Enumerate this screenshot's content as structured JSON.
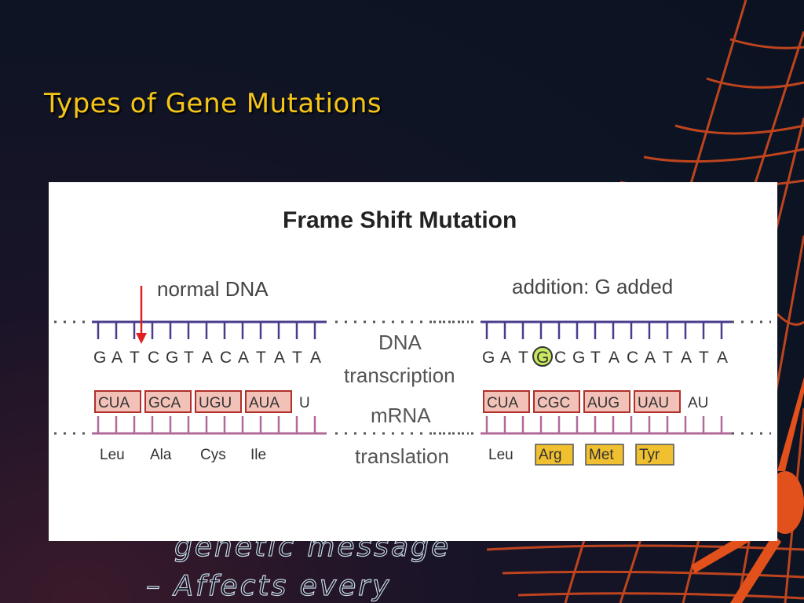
{
  "slide": {
    "title": "Types of Gene Mutations",
    "behind_lines": [
      "genetic message",
      "– Affects every"
    ]
  },
  "figure": {
    "title": "Frame Shift Mutation",
    "normal_label": "normal DNA",
    "mutant_label": "addition: G added",
    "mid_labels": [
      "DNA",
      "transcription",
      "mRNA",
      "translation"
    ],
    "normal_dna": [
      "G",
      "A",
      "T",
      "C",
      "G",
      "T",
      "A",
      "C",
      "A",
      "T",
      "A",
      "T",
      "A"
    ],
    "normal_codons": [
      "CUA",
      "GCA",
      "UGU",
      "AUA"
    ],
    "normal_codon_tail": "U",
    "normal_aa": [
      "Leu",
      "Ala",
      "Cys",
      "Ile"
    ],
    "mutant_dna": [
      "G",
      "A",
      "T",
      "G",
      "C",
      "G",
      "T",
      "A",
      "C",
      "A",
      "T",
      "A",
      "T",
      "A"
    ],
    "mutant_inserted_index": 3,
    "mutant_codons": [
      "CUA",
      "CGC",
      "AUG",
      "UAU"
    ],
    "mutant_codon_tail": "AU",
    "mutant_aa": [
      "Leu",
      "Arg",
      "Met",
      "Tyr"
    ],
    "colors": {
      "dna_strand": "#4a3c8c",
      "mrna_strand": "#b06a9a",
      "codon_fill": "#f2c2b8",
      "codon_stroke": "#b0302a",
      "changed_aa_fill": "#f0c030",
      "marker": "#e02020",
      "inserted_circle": "#c8e860"
    }
  }
}
